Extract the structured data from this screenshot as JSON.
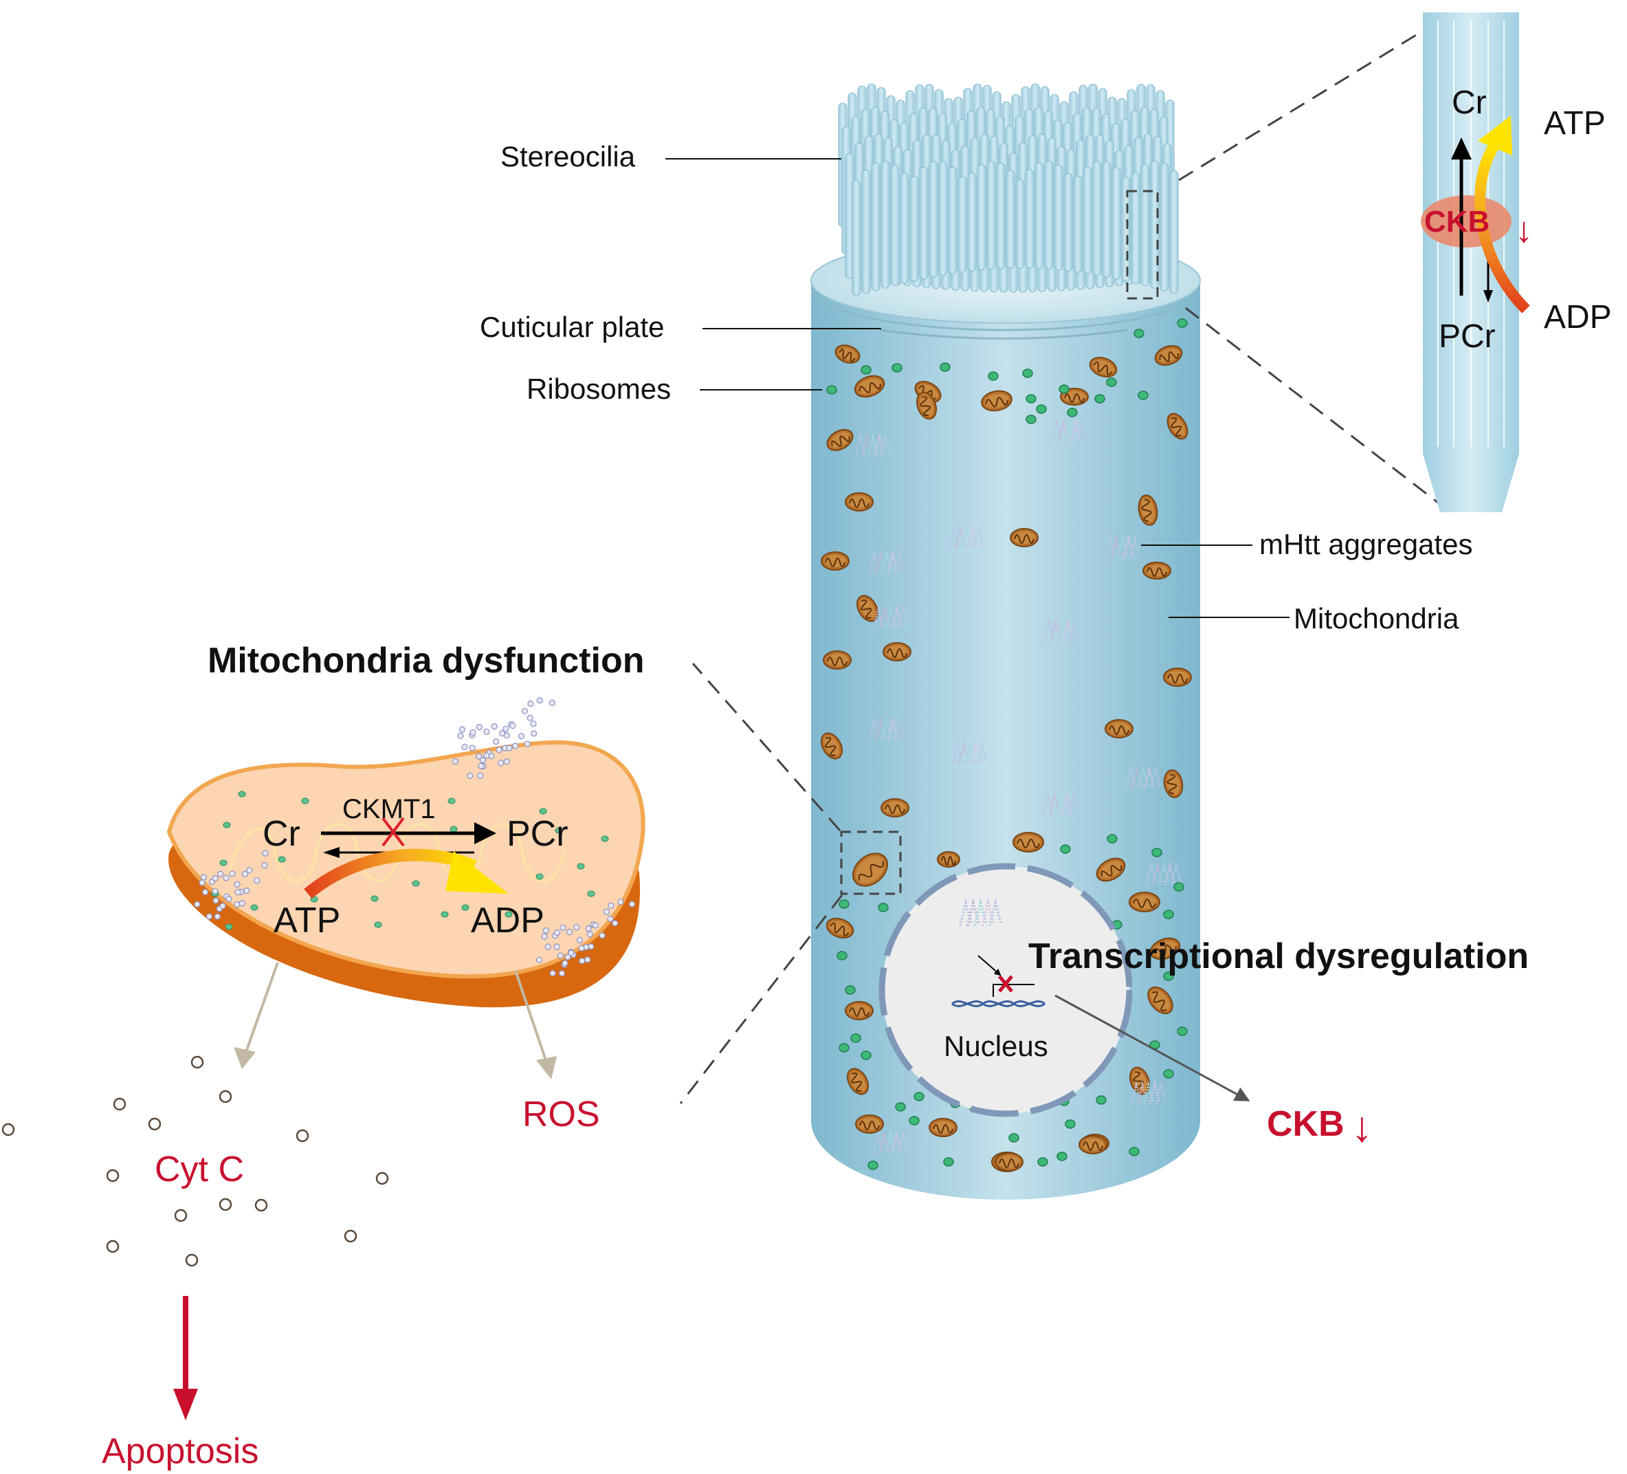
{
  "labels": {
    "stereocilia": "Stereocilia",
    "cuticular_plate": "Cuticular plate",
    "ribosomes": "Ribosomes",
    "mhtt_aggregates": "mHtt aggregates",
    "mitochondria": "Mitochondria",
    "mito_dysfunction": "Mitochondria dysfunction",
    "transcriptional_dysregulation": "Transcriptional dysregulation",
    "nucleus": "Nucleus"
  },
  "inset": {
    "cr": "Cr",
    "atp": "ATP",
    "ckb": "CKB",
    "adp": "ADP",
    "pcr": "PCr",
    "down_arrow": "↓"
  },
  "mito_detail": {
    "ckmt1": "CKMT1",
    "cr": "Cr",
    "pcr": "PCr",
    "atp": "ATP",
    "adp": "ADP"
  },
  "outputs": {
    "ros": "ROS",
    "cytc": "Cyt C",
    "apoptosis": "Apoptosis",
    "ckb": "CKB",
    "down_arrow": "↓"
  },
  "colors": {
    "cell_blue": "#a8d2e2",
    "mito_orange": "#d8680f",
    "mito_inner": "#fcd5b2",
    "alert_red": "#c8102e",
    "arrow_beige": "#c2b8a3",
    "ribosome_green": "#3db877"
  }
}
